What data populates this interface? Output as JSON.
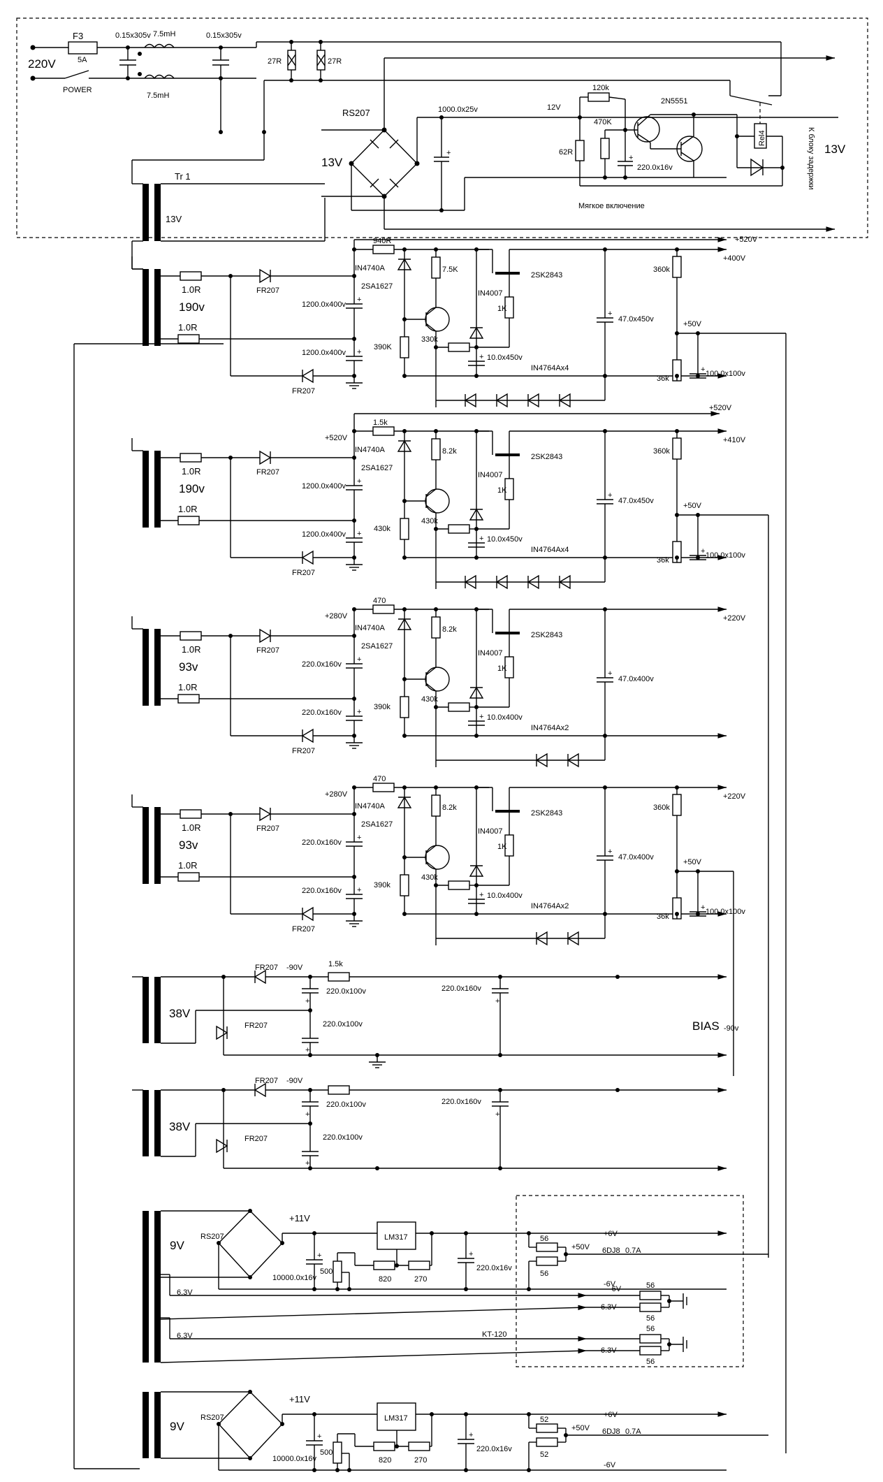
{
  "mains": {
    "input": "220V",
    "fuse": "F3",
    "fuse_rating": "5A",
    "switch": "POWER",
    "cap1": "0.15x305v",
    "cap2": "0.15x305v",
    "choke_top": "7.5mH",
    "choke_bottom": "7.5mH",
    "res1": "27R",
    "res2": "27R"
  },
  "transformer": {
    "name": "Tr 1",
    "aux_winding": "13V"
  },
  "soft_start": {
    "bridge": "RS207",
    "bridge_voltage": "13V",
    "cap": "1000.0x25v",
    "rail": "12V",
    "r_top": "120k",
    "r_base": "470K",
    "r_series": "62R",
    "transistor": "2N5551",
    "cap_timing": "220.0x16v",
    "relay": "Rel4",
    "title": "Мягкое  включение",
    "out_label_vertical": "К блоку задержки",
    "out_voltage": "13V"
  },
  "hv_sections": [
    {
      "winding": "190v",
      "r_in1": "1.0R",
      "r_in2": "1.0R",
      "d_top": "FR207",
      "d_bottom": "FR207",
      "c_top": "1200.0x400v",
      "c_bottom": "1200.0x400v",
      "node": "",
      "r_series": "940R",
      "r_series_mark": "V",
      "zener": "IN4740A",
      "pnp": "2SA1627",
      "r_bias": "390K",
      "r_c": "7.5K",
      "diode": "IN4007",
      "r_base": "330k",
      "c_soft": "10.0x450v",
      "r_gate": "1K",
      "mosfet": "2SK2843",
      "zener_chain": "IN4764Ax4",
      "zener_count": 4,
      "c_out": "47.0x450v",
      "div_top": "360k",
      "div_mid": "+50V",
      "div_bottom": "36k",
      "c_div": "100.0x100v",
      "out_raw": "+520V",
      "out_reg": "+400V",
      "has_divider": true
    },
    {
      "winding": "190v",
      "r_in1": "1.0R",
      "r_in2": "1.0R",
      "d_top": "FR207",
      "d_bottom": "FR207",
      "c_top": "1200.0x400v",
      "c_bottom": "1200.0x400v",
      "node": "+520V",
      "r_series": "1.5k",
      "r_series_mark": "",
      "zener": "IN4740A",
      "pnp": "2SA1627",
      "r_bias": "430k",
      "r_c": "8.2k",
      "diode": "IN4007",
      "r_base": "430k",
      "c_soft": "10.0x450v",
      "r_gate": "1K",
      "mosfet": "2SK2843",
      "zener_chain": "IN4764Ax4",
      "zener_count": 4,
      "c_out": "47.0x450v",
      "div_top": "360k",
      "div_mid": "+50V",
      "div_bottom": "36k",
      "c_div": "100.0x100v",
      "out_raw": "+520V",
      "out_reg": "+410V",
      "has_divider": true
    },
    {
      "winding": "93v",
      "r_in1": "1.0R",
      "r_in2": "1.0R",
      "d_top": "FR207",
      "d_bottom": "FR207",
      "c_top": "220.0x160v",
      "c_bottom": "220.0x160v",
      "node": "+280V",
      "r_series": "470",
      "r_series_mark": "",
      "zener": "IN4740A",
      "pnp": "2SA1627",
      "r_bias": "390k",
      "r_c": "8.2k",
      "diode": "IN4007",
      "r_base": "430k",
      "c_soft": "10.0x400v",
      "r_gate": "1K",
      "mosfet": "2SK2843",
      "zener_chain": "IN4764Ax2",
      "zener_count": 2,
      "c_out": "47.0x400v",
      "div_top": "",
      "div_mid": "",
      "div_bottom": "",
      "c_div": "",
      "out_raw": "",
      "out_reg": "+220V",
      "has_divider": false
    },
    {
      "winding": "93v",
      "r_in1": "1.0R",
      "r_in2": "1.0R",
      "d_top": "FR207",
      "d_bottom": "FR207",
      "c_top": "220.0x160v",
      "c_bottom": "220.0x160v",
      "node": "+280V",
      "r_series": "470",
      "r_series_mark": "",
      "zener": "IN4740A",
      "pnp": "2SA1627",
      "r_bias": "390k",
      "r_c": "8.2k",
      "diode": "IN4007",
      "r_base": "430k",
      "c_soft": "10.0x400v",
      "r_gate": "1K",
      "mosfet": "2SK2843",
      "zener_chain": "IN4764Ax2",
      "zener_count": 2,
      "c_out": "47.0x400v",
      "div_top": "360k",
      "div_mid": "+50V",
      "div_bottom": "36k",
      "c_div": "100.0x100v",
      "out_raw": "",
      "out_reg": "+220V",
      "has_divider": true
    }
  ],
  "bias_sections": [
    {
      "winding": "38V",
      "d1": "FR207",
      "d2": "FR207",
      "node": "-90V",
      "res": "1.5k",
      "c1": "220.0x100v",
      "c2": "220.0x100v",
      "c_out": "220.0x160v"
    },
    {
      "winding": "38V",
      "d1": "FR207",
      "d2": "FR207",
      "node": "-90V",
      "res": "",
      "c1": "220.0x100v",
      "c2": "220.0x100v",
      "c_out": "220.0x160v"
    }
  ],
  "bias_label": "BIAS",
  "bias_voltage": "-90v",
  "heater_sections": [
    {
      "winding": "9V",
      "bridge": "RS207",
      "raw": "+11V",
      "c_in": "10000.0x16v",
      "reg": "LM317",
      "pot": "500",
      "r1": "820",
      "r2": "270",
      "c_out": "220.0x16v",
      "r_a": "56",
      "r_b": "56",
      "plus": "+6V",
      "mid": "+50V",
      "minus": "-6V",
      "tube": "6DJ8",
      "current": "0.7A"
    },
    {
      "winding": "9V",
      "bridge": "RS207",
      "raw": "+11V",
      "c_in": "10000.0x16v",
      "reg": "LM317",
      "pot": "500",
      "r1": "820",
      "r2": "270",
      "c_out": "220.0x16v",
      "r_a": "52",
      "r_b": "52",
      "plus": "+6V",
      "mid": "+50V",
      "minus": "-6V",
      "tube": "6DJ8",
      "current": "0.7A"
    }
  ],
  "ac_heaters": [
    {
      "winding": "6.3V",
      "node_top": "-6V",
      "label": "6.3V",
      "r_a": "56",
      "r_b": "56"
    },
    {
      "winding": "6.3V",
      "node_top": "",
      "label": "6.3V",
      "r_a": "56",
      "r_b": "56"
    }
  ],
  "kt_label": "KT-120"
}
